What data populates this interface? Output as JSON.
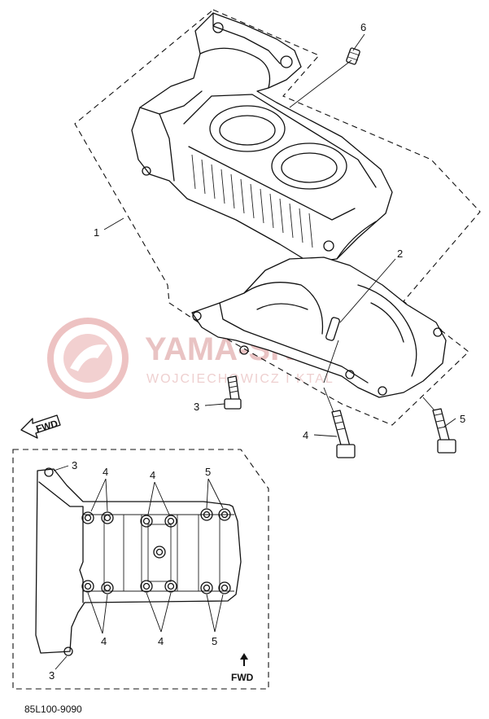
{
  "callouts": {
    "c1": "1",
    "c2": "2",
    "c3": "3",
    "c4": "4",
    "c5": "5",
    "c6": "6"
  },
  "fwd_badge": "FWD",
  "plan_view": {
    "labels_top": [
      "3",
      "4",
      "4",
      "5"
    ],
    "labels_bottom": [
      "3",
      "4",
      "4",
      "5"
    ],
    "fwd_label": "FWD"
  },
  "diagram_code": "85L100-9090",
  "watermark": {
    "main": "YAMA-SKLEP",
    "sub": "WOJCIECHOWICZ I KTAL"
  }
}
